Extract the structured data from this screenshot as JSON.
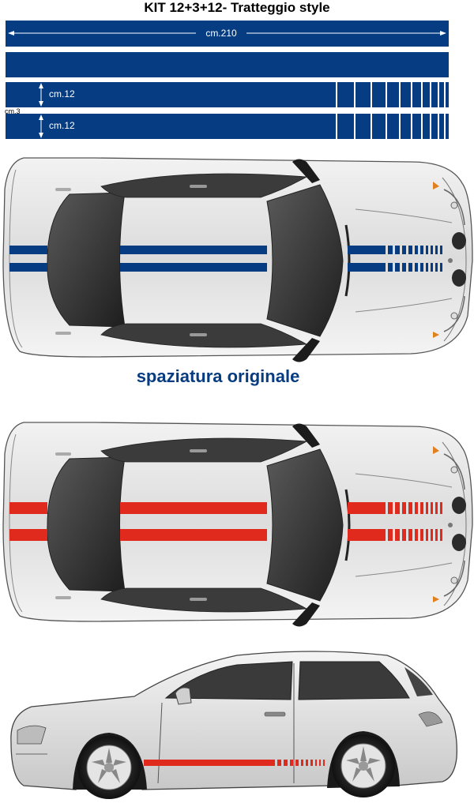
{
  "title": "KIT 12+3+12- Tratteggio style",
  "dimensions": {
    "length": "cm.210",
    "stripe_width_top": "cm.12",
    "gap": "cm.3",
    "stripe_width_bottom": "cm.12"
  },
  "caption": "spaziatura originale",
  "colors": {
    "stripe_blue": "#063c82",
    "stripe_red": "#e02a1e",
    "car_body": "#e9e9e9",
    "glass": "#3a3a3a",
    "caption": "#073c80"
  }
}
